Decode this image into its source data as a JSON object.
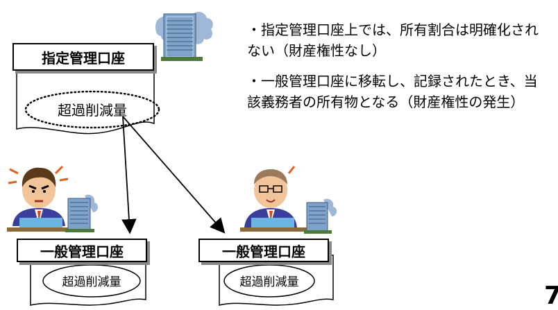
{
  "designated_account": {
    "label": "指定管理口座",
    "content": "超過削減量"
  },
  "general_account_left": {
    "label": "一般管理口座",
    "content": "超過削減量"
  },
  "general_account_right": {
    "label": "一般管理口座",
    "content": "超過削減量"
  },
  "notes": {
    "bullet_1": "・指定管理口座上では、所有割合は明確化されない（財産権性なし）",
    "bullet_2": "・一般管理口座に移転し、記録されたとき、当該義務者の所有物となる（財産権性の発生）"
  },
  "page_number": "7",
  "colors": {
    "building": "#7fa3c8",
    "building_window": "#3b5a86",
    "cloud": "#9fb8d8",
    "suit": "#3b3f9c",
    "tie": "#d94a1a",
    "skin": "#f2c49a",
    "hair": "#5a3a1a",
    "desk": "#6bb3e0"
  },
  "icons": [
    "office-building-icon",
    "angry-businessman-icon",
    "businessman-icon"
  ]
}
